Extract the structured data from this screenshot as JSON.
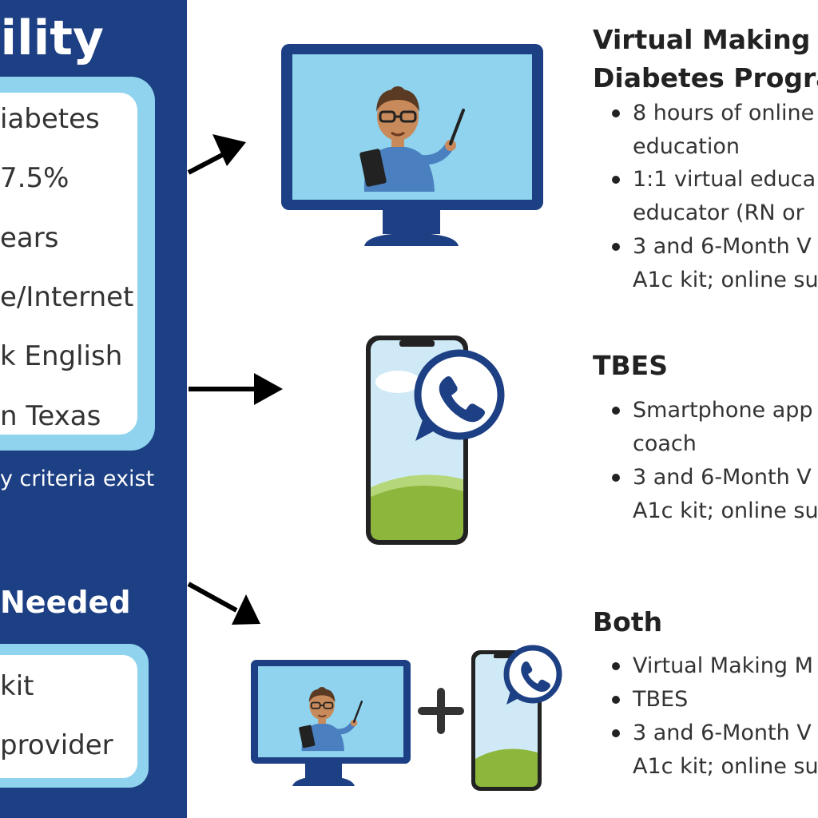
{
  "sidebar": {
    "title_fragment": "bility",
    "criteria": [
      "iabetes",
      "7.5%",
      "ears",
      "e/Internet",
      "k English",
      "n Texas"
    ],
    "note": "y criteria exist",
    "needed_title": "Needed",
    "needed_items": [
      "kit",
      " provider"
    ]
  },
  "programs": [
    {
      "title_lines": [
        "Virtual Making M",
        "Diabetes Progra"
      ],
      "bullets": [
        [
          "8 hours of online",
          "education"
        ],
        [
          "1:1 virtual educa",
          "educator (RN or"
        ],
        [
          "3 and 6-Month V",
          "A1c kit; online su"
        ]
      ]
    },
    {
      "title_lines": [
        "TBES"
      ],
      "bullets": [
        [
          "Smartphone app",
          "coach"
        ],
        [
          "3 and 6-Month V",
          "A1c kit; online su"
        ]
      ]
    },
    {
      "title_lines": [
        "Both"
      ],
      "bullets": [
        [
          "Virtual Making M"
        ],
        [
          "TBES"
        ],
        [
          "3 and 6-Month V",
          "A1c kit; online su"
        ]
      ]
    }
  ],
  "plus_symbol": "+",
  "icons": [
    "monitor-teacher-icon",
    "smartphone-whatsapp-icon",
    "plus-icon",
    "arrow-icon"
  ],
  "colors": {
    "panel": "#1d3f83",
    "light_blue": "#8fd3ee",
    "monitor_frame": "#1d3f83",
    "screen": "#8fd3ee"
  }
}
